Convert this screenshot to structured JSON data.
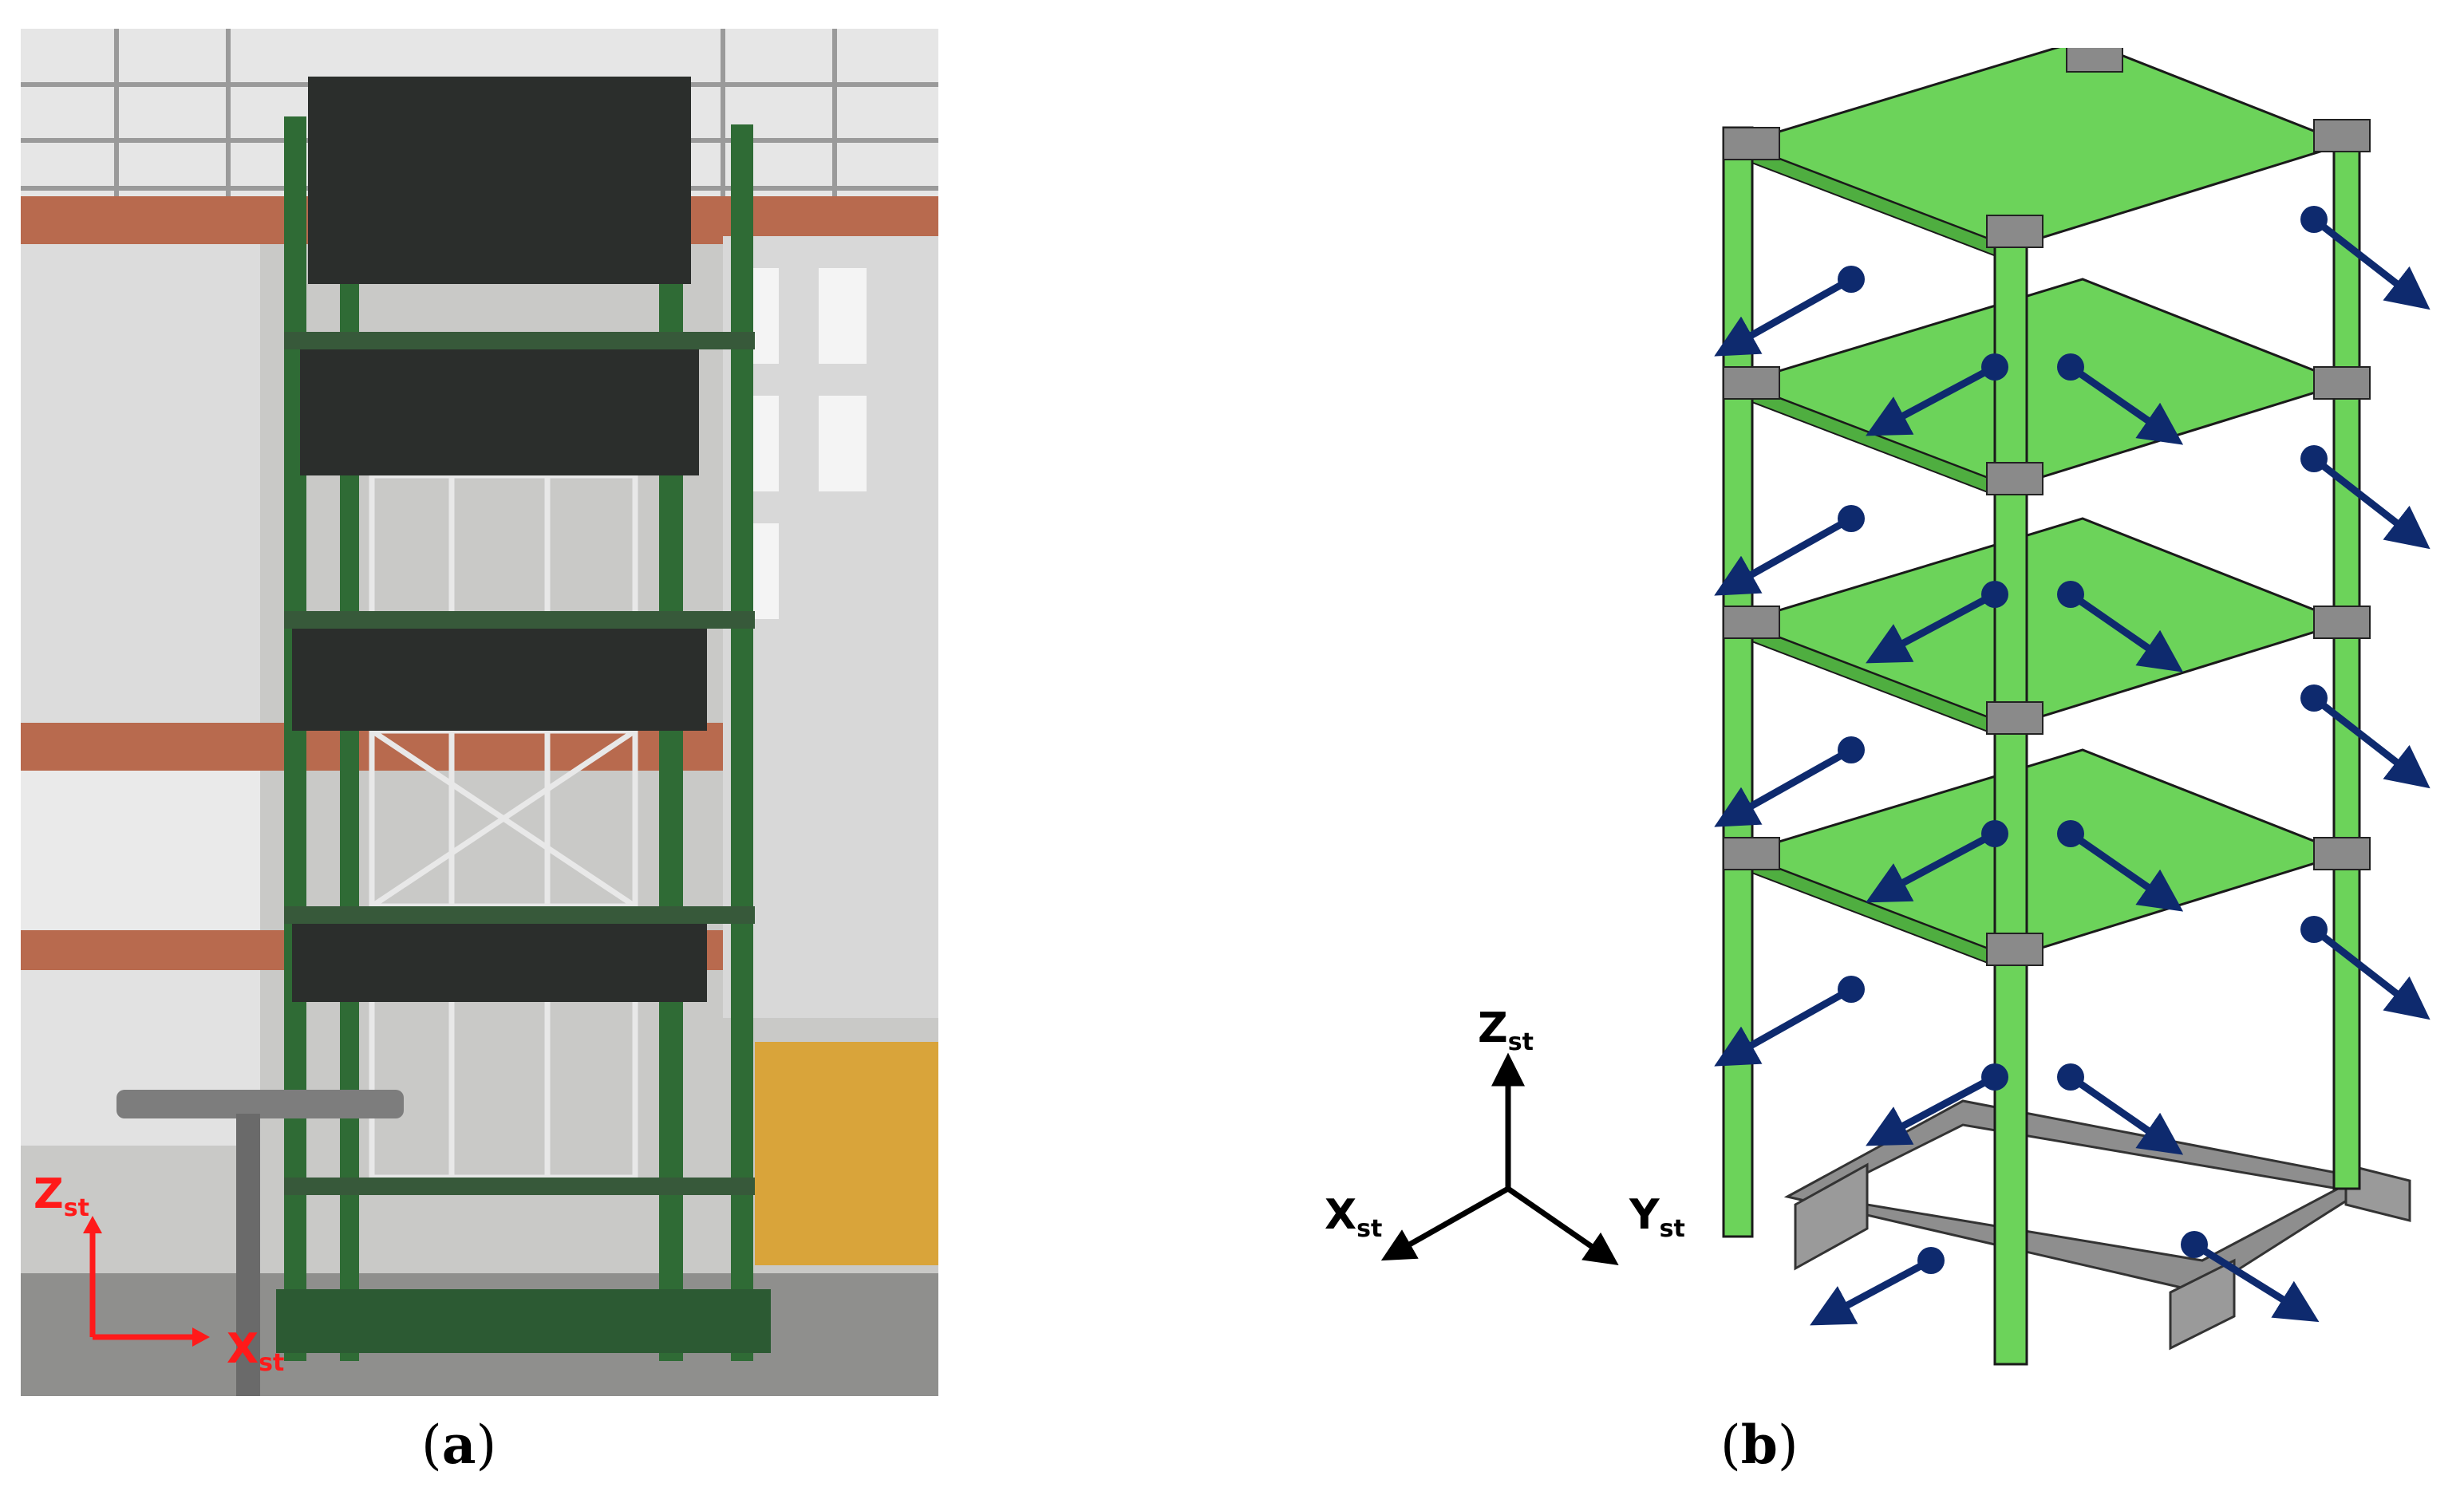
{
  "panel_a": {
    "caption_open": "(",
    "caption_letter": "a",
    "caption_close": ")",
    "axis_z_main": "Z",
    "axis_z_sub": "st",
    "axis_x_main": "X",
    "axis_x_sub": "st",
    "axis_color": "#ff1a1a"
  },
  "panel_b": {
    "caption_open": "(",
    "caption_letter": "b",
    "caption_close": ")",
    "axis_z_main": "Z",
    "axis_z_sub": "st",
    "axis_x_main": "X",
    "axis_x_sub": "st",
    "axis_y_main": "Y",
    "axis_y_sub": "st",
    "floor_color": "#6cd35a",
    "arrow_color": "#0e2a6e",
    "base_color": "#9a9a9a"
  }
}
